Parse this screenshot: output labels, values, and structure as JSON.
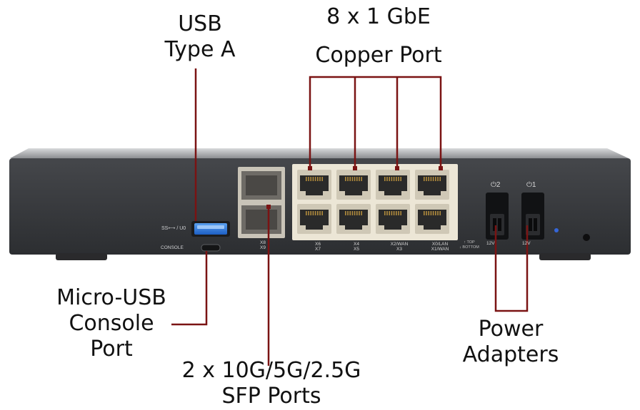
{
  "callouts": {
    "usb": [
      "USB",
      "Type A"
    ],
    "copper": [
      "8 x 1 GbE",
      "Copper Port"
    ],
    "console": [
      "Micro-USB",
      "Console",
      "Port"
    ],
    "sfp": [
      "2 x 10G/5G/2.5G",
      "SFP Ports"
    ],
    "power": [
      "Power",
      "Adapters"
    ]
  },
  "panel_labels": {
    "usb_port": "SS⟷ / U0",
    "console_port": "CONSOLE",
    "sfp": [
      "X8",
      "X9"
    ],
    "rj45_pairs": [
      [
        "X6",
        "X7"
      ],
      [
        "X4",
        "X5"
      ],
      [
        "X2/WAN",
        "X3"
      ],
      [
        "X0/LAN",
        "X1/WAN"
      ]
    ],
    "top_bottom": [
      "↑ TOP",
      "↓ BOTTOM"
    ],
    "power_icons": [
      "⏻2",
      "⏻1"
    ],
    "power_voltage": [
      "12V",
      "12V"
    ]
  },
  "colors": {
    "leader": "#7a1313",
    "chassis": "#3a3c3f",
    "usb_blue": "#2f7de1"
  }
}
